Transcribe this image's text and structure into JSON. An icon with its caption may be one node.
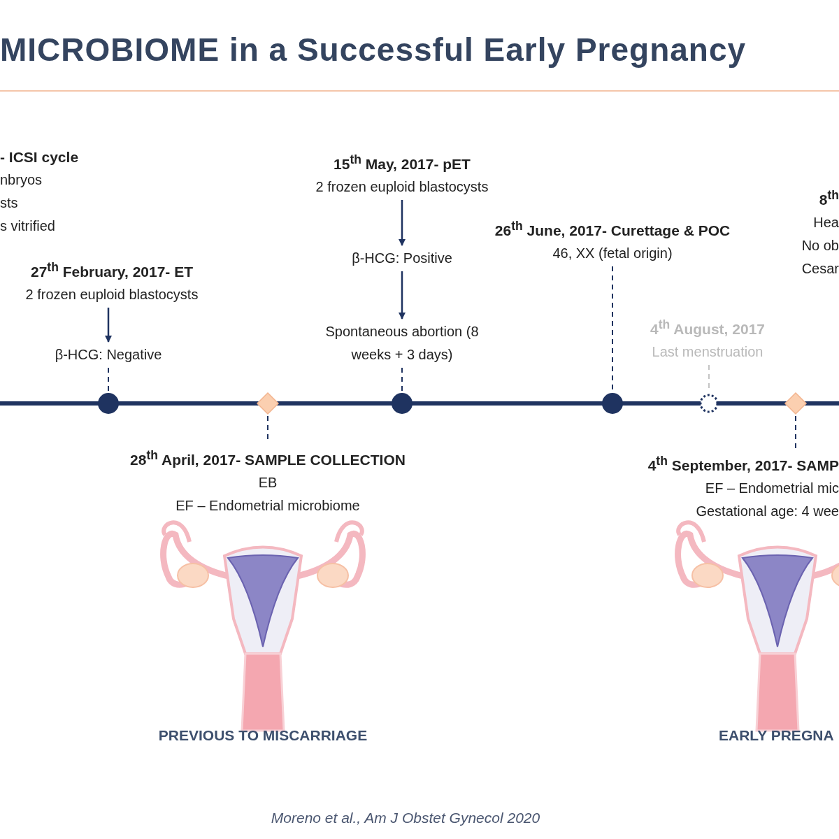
{
  "diagram": {
    "title": "MICROBIOME in a Successful Early Pregnancy",
    "caption": "Moreno et al., Am J Obstet Gynecol 2020",
    "nodes": [
      {
        "text": [
          "- ICSI cycle",
          "nbryos",
          "sts",
          "s vitrified"
        ]
      },
      {
        "text": [
          "27$^{th}$ February, 2017- ET",
          "2 frozen euploid blastocysts"
        ]
      },
      {
        "text": [
          "β-HCG: Negative"
        ]
      },
      {
        "text": [
          "15$^{th}$ May, 2017- pET",
          "2 frozen euploid blastocysts"
        ]
      },
      {
        "text": [
          "β-HCG: Positive"
        ]
      },
      {
        "text": [
          "Spontaneous abortion (8 weeks + 3 days)"
        ]
      },
      {
        "text": [
          "26$^{th}$ June, 2017- Curettage & POC",
          "46, XX (fetal origin)"
        ]
      },
      {
        "text": [
          "4$^{th}$ August, 2017",
          "Last menstruation"
        ]
      },
      {
        "text": [
          "8$^{th}$",
          "Hea",
          "No ob",
          "Cesar"
        ]
      },
      {
        "text": [
          "28$^{th}$ April, 2017- SAMPLE COLLECTION",
          "EB",
          "EF – Endometrial microbiome"
        ]
      },
      {
        "text": [
          "4$^{th}$ September, 2017- SAMP",
          "EF – Endometrial mic",
          "Gestational age: 4 wee"
        ]
      },
      {
        "text": [],
        "shape": "circle"
      },
      {
        "text": [],
        "shape": "diamond"
      },
      {
        "text": [],
        "shape": "circle"
      },
      {
        "text": [],
        "shape": "circle"
      },
      {
        "text": [],
        "shape": "circle"
      },
      {
        "text": [],
        "shape": "diamond"
      }
    ],
    "edges": [
      {
        "from": 1,
        "to": 2,
        "arrow": "to"
      },
      {
        "from": 3,
        "to": 4,
        "arrow": "to"
      },
      {
        "from": 4,
        "to": 5,
        "arrow": "to"
      },
      {
        "from": 2,
        "to": 11,
        "arrow": "none",
        "style": "dashed"
      },
      {
        "from": 5,
        "to": 13,
        "arrow": "none",
        "style": "dashed"
      },
      {
        "from": 6,
        "to": 14,
        "arrow": "none",
        "style": "dashed"
      },
      {
        "from": 7,
        "to": 15,
        "arrow": "none",
        "style": "dashed",
        "color": "#c4c4c4"
      },
      {
        "from": 12,
        "to": 9,
        "arrow": "none",
        "style": "dashed"
      },
      {
        "from": 16,
        "to": 10,
        "arrow": "none",
        "style": "dashed"
      }
    ],
    "labels": [
      "PREVIOUS TO MISCARRIAGE",
      "EARLY PREGNA"
    ]
  }
}
